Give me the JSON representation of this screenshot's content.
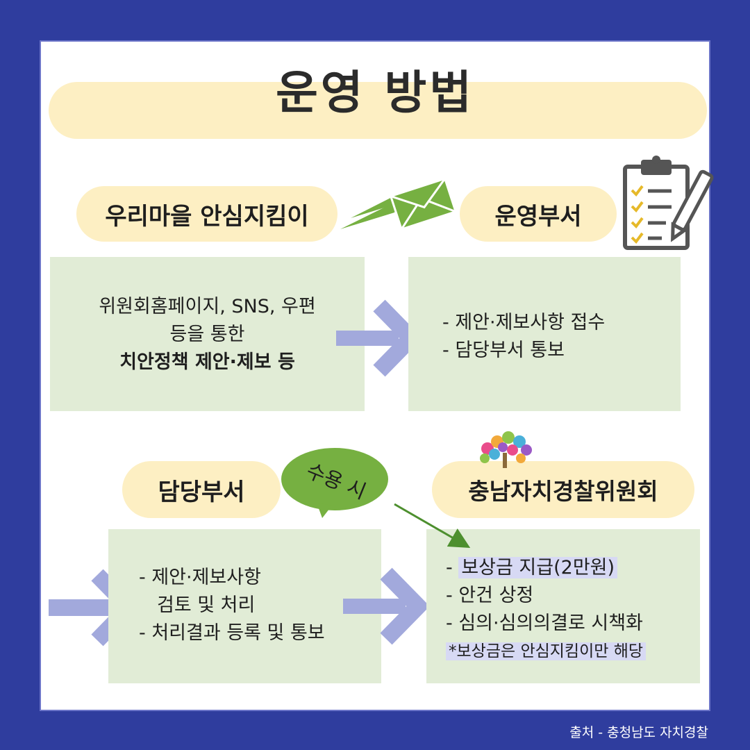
{
  "title": "운영 방법",
  "nodes": {
    "citizen": "우리마을 안심지킴이",
    "operating_dept": "운영부서",
    "responsible_dept": "담당부서",
    "committee": "충남자치경찰위원회"
  },
  "boxes": {
    "citizen": {
      "line1": "위원회홈페이지, SNS, 우편",
      "line2": "등을 통한",
      "line3": "치안정책 제안·제보 등"
    },
    "operating_dept": {
      "line1": "- 제안·제보사항 접수",
      "line2": "- 담당부서 통보"
    },
    "responsible_dept": {
      "line1": "- 제안·제보사항",
      "line2": "검토 및 처리",
      "line3": "- 처리결과 등록 및 통보"
    },
    "committee": {
      "line1_prefix": "- ",
      "line1": "보상금 지급(2만원)",
      "line2": "- 안건 상정",
      "line3": "- 심의·심의의결로 시책화",
      "note": "*보상금은 안심지킴이만 해당"
    }
  },
  "bubble": "수용 시",
  "source": "출처 - 충청남도 자치경찰",
  "colors": {
    "background": "#2f3d9e",
    "pill": "#fdefc3",
    "box": "#e1ecd6",
    "arrow": "#a2a9dc",
    "bubble": "#76b041",
    "highlight": "#d7d9f4"
  },
  "icons": [
    "envelope-icon",
    "clipboard-icon",
    "tree-logo-icon",
    "arrow-right-icon"
  ]
}
